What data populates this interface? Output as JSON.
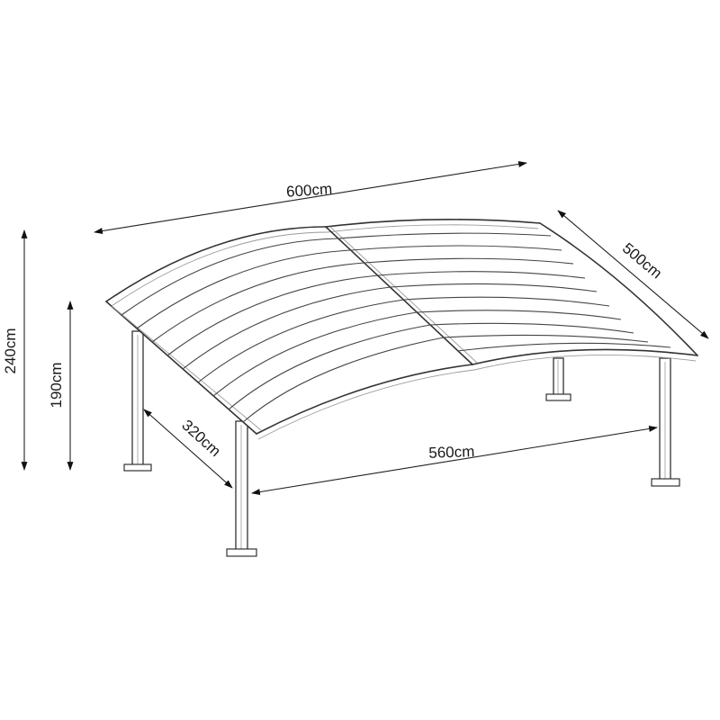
{
  "diagram": {
    "subject": "curved-roof carport",
    "dimensions": {
      "top_length": "600cm",
      "top_depth": "500cm",
      "total_height": "240cm",
      "eave_height": "190cm",
      "post_depth": "320cm",
      "post_span": "560cm"
    }
  },
  "colors": {
    "line": "#333333",
    "background": "#ffffff"
  }
}
